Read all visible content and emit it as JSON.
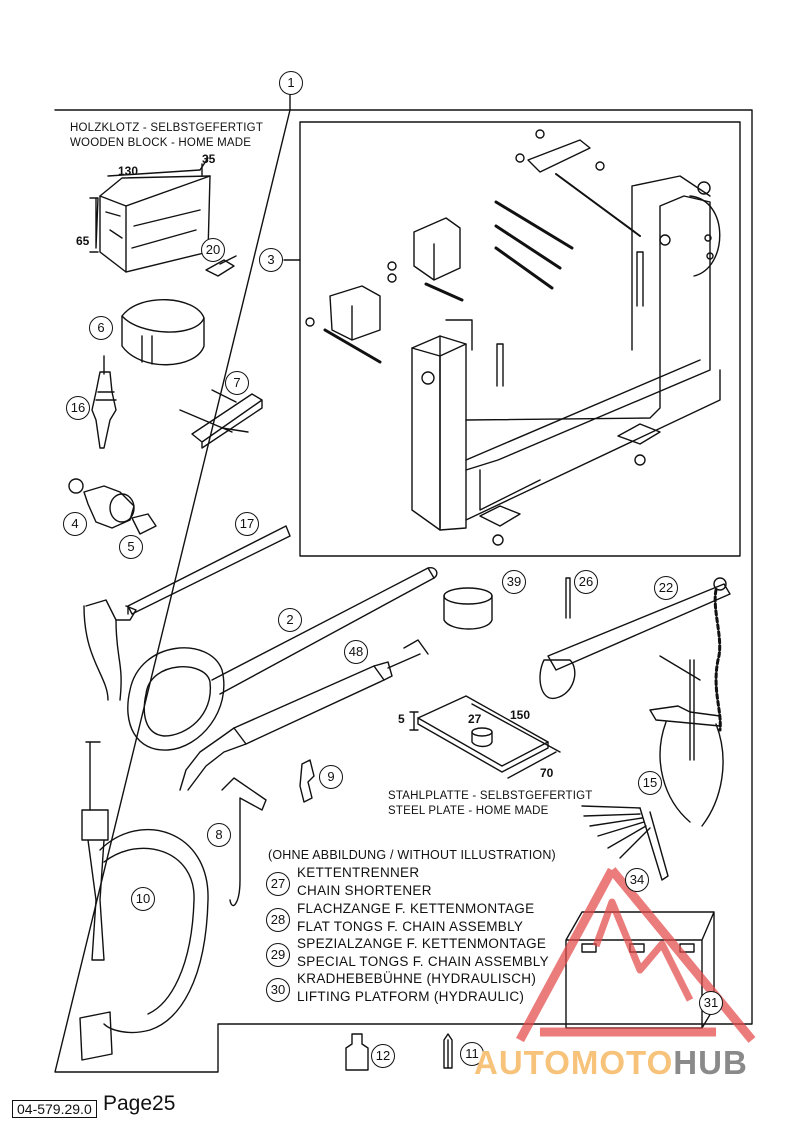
{
  "page": {
    "label": "Page25",
    "doc_number": "04-579.29.0"
  },
  "callouts": {
    "c1": "1",
    "c2": "2",
    "c3": "3",
    "c4": "4",
    "c5": "5",
    "c6": "6",
    "c7": "7",
    "c8": "8",
    "c9": "9",
    "c10": "10",
    "c11": "11",
    "c12": "12",
    "c15": "15",
    "c16": "16",
    "c17": "17",
    "c20": "20",
    "c22": "22",
    "c26": "26",
    "c31": "31",
    "c34": "34",
    "c39": "39",
    "c48": "48"
  },
  "wooden_block": {
    "label_de": "HOLZKLOTZ - SELBSTGEFERTIGT",
    "label_en": "WOODEN BLOCK - HOME MADE",
    "dim_length": "130",
    "dim_depth": "35",
    "dim_height": "65"
  },
  "steel_plate": {
    "label_de": "STAHLPLATTE - SELBSTGEFERTIGT",
    "label_en": "STEEL PLATE - HOME MADE",
    "dim_thickness": "5",
    "dim_hole": "27",
    "dim_length": "150",
    "dim_width": "70"
  },
  "without_illustration": {
    "heading": "(OHNE ABBILDUNG / WITHOUT ILLUSTRATION)",
    "items": [
      {
        "num": "27",
        "de": "KETTENTRENNER",
        "en": "CHAIN SHORTENER"
      },
      {
        "num": "28",
        "de": "FLACHZANGE F. KETTENMONTAGE",
        "en": "FLAT TONGS F. CHAIN ASSEMBLY"
      },
      {
        "num": "29",
        "de": "SPEZIALZANGE F. KETTENMONTAGE",
        "en": "SPECIAL TONGS F. CHAIN ASSEMBLY"
      },
      {
        "num": "30",
        "de": "KRADHEBEBÜHNE (HYDRAULISCH)",
        "en": "LIFTING PLATFORM (HYDRAULIC)"
      }
    ]
  },
  "watermark": {
    "part1": "AUTOMOTO",
    "part2": "HUB"
  },
  "colors": {
    "line": "#111111",
    "watermark_red": "#e44a4a",
    "watermark_orange": "#f7c27a",
    "watermark_gray": "#8a8a8a"
  }
}
